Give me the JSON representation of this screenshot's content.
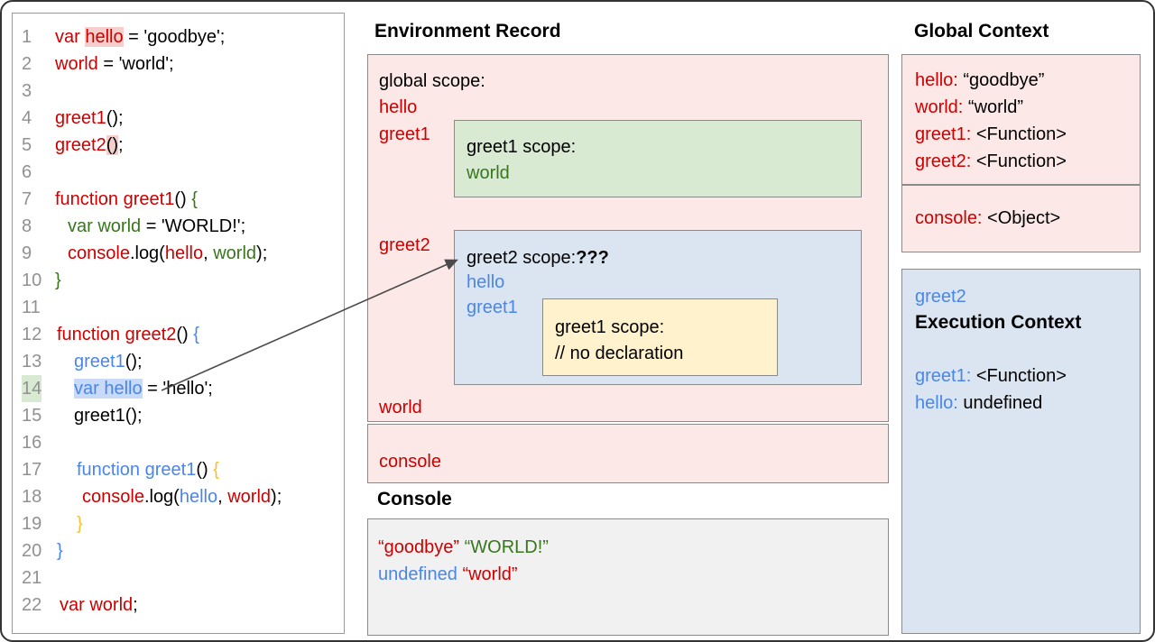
{
  "colors": {
    "red_text": "#cc0000",
    "blue_text": "#4a86e8",
    "green_text": "#38761d",
    "yellow_text": "#f1c232",
    "line_number_gray": "#919191",
    "pink_bg": "#fce8e6",
    "blue_bg": "#dbe5f1",
    "green_bg": "#d9ead3",
    "yellow_bg": "#fff2cc",
    "gray_bg": "#f1f1f1",
    "border_gray": "#8a8a8a",
    "highlight_pink": "#f5cfcb",
    "highlight_blue": "#c9daf8",
    "highlight_green": "#d9ead3"
  },
  "code_panel": {
    "lines": [
      {
        "n": "1",
        "indent": 47,
        "tokens": [
          {
            "t": "var ",
            "c": "red"
          },
          {
            "t": "hello",
            "c": "red",
            "h": "pink"
          },
          {
            "t": " = 'goodbye';",
            "c": "black"
          }
        ]
      },
      {
        "n": "2",
        "indent": 47,
        "tokens": [
          {
            "t": "world",
            "c": "red"
          },
          {
            "t": " = 'world';",
            "c": "black"
          }
        ]
      },
      {
        "n": "3",
        "indent": 47,
        "tokens": []
      },
      {
        "n": "4",
        "indent": 47,
        "tokens": [
          {
            "t": "greet1",
            "c": "red"
          },
          {
            "t": "();",
            "c": "black"
          }
        ]
      },
      {
        "n": "5",
        "indent": 47,
        "tokens": [
          {
            "t": "greet2",
            "c": "red"
          },
          {
            "t": "()",
            "c": "black",
            "h": "pink"
          },
          {
            "t": ";",
            "c": "black"
          }
        ]
      },
      {
        "n": "6",
        "indent": 47,
        "tokens": []
      },
      {
        "n": "7",
        "indent": 47,
        "tokens": [
          {
            "t": "function greet1",
            "c": "red"
          },
          {
            "t": "() ",
            "c": "black"
          },
          {
            "t": "{",
            "c": "green"
          }
        ]
      },
      {
        "n": "8",
        "indent": 61,
        "tokens": [
          {
            "t": "var world",
            "c": "green"
          },
          {
            "t": " = 'WORLD!';",
            "c": "black"
          }
        ]
      },
      {
        "n": "9",
        "indent": 61,
        "tokens": [
          {
            "t": "console",
            "c": "red"
          },
          {
            "t": ".log(",
            "c": "black"
          },
          {
            "t": "hello",
            "c": "red"
          },
          {
            "t": ", ",
            "c": "black"
          },
          {
            "t": "world",
            "c": "green"
          },
          {
            "t": ");",
            "c": "black"
          }
        ]
      },
      {
        "n": "10",
        "indent": 47,
        "tokens": [
          {
            "t": "}",
            "c": "green"
          }
        ]
      },
      {
        "n": "11",
        "indent": 47,
        "tokens": []
      },
      {
        "n": "12",
        "indent": 49,
        "tokens": [
          {
            "t": "function greet2",
            "c": "red"
          },
          {
            "t": "() ",
            "c": "black"
          },
          {
            "t": "{",
            "c": "blue"
          }
        ]
      },
      {
        "n": "13",
        "indent": 68,
        "tokens": [
          {
            "t": "greet1",
            "c": "blue"
          },
          {
            "t": "();",
            "c": "black"
          }
        ]
      },
      {
        "n": "14",
        "indent": 68,
        "num_h": "green",
        "tokens": [
          {
            "t": "var hello",
            "c": "blue",
            "h": "blue"
          },
          {
            "t": " = 'hello';",
            "c": "black"
          }
        ]
      },
      {
        "n": "15",
        "indent": 68,
        "tokens": [
          {
            "t": "greet1();",
            "c": "black"
          }
        ]
      },
      {
        "n": "16",
        "indent": 47,
        "tokens": []
      },
      {
        "n": "17",
        "indent": 71,
        "tokens": [
          {
            "t": "function greet1",
            "c": "blue"
          },
          {
            "t": "() ",
            "c": "black"
          },
          {
            "t": "{",
            "c": "yellow"
          }
        ]
      },
      {
        "n": "18",
        "indent": 77,
        "tokens": [
          {
            "t": "console",
            "c": "red"
          },
          {
            "t": ".log(",
            "c": "black"
          },
          {
            "t": "hello",
            "c": "blue"
          },
          {
            "t": ", ",
            "c": "black"
          },
          {
            "t": "world",
            "c": "red"
          },
          {
            "t": ");",
            "c": "black"
          }
        ]
      },
      {
        "n": "19",
        "indent": 71,
        "tokens": [
          {
            "t": "}",
            "c": "yellow"
          }
        ]
      },
      {
        "n": "20",
        "indent": 49,
        "tokens": [
          {
            "t": "}",
            "c": "blue"
          }
        ]
      },
      {
        "n": "21",
        "indent": 47,
        "tokens": []
      },
      {
        "n": "22",
        "indent": 52,
        "tokens": [
          {
            "t": "var world",
            "c": "red"
          },
          {
            "t": ";",
            "c": "black"
          }
        ]
      }
    ]
  },
  "env_record": {
    "title": "Environment Record",
    "global_scope_label": "global scope:",
    "label_hello": "hello",
    "label_greet1": "greet1",
    "label_greet2": "greet2",
    "label_world": "world",
    "label_console": "console",
    "greet1_box": {
      "title": "greet1 scope:",
      "var1": "world"
    },
    "greet2_box": {
      "title": "greet2 scope:",
      "unknown": "???",
      "var1": "hello",
      "var2": "greet1",
      "inner_box": {
        "title": "greet1 scope:",
        "comment": "// no declaration"
      }
    }
  },
  "console_panel": {
    "title": "Console",
    "lines": [
      [
        {
          "t": "“goodbye”",
          "c": "red"
        },
        {
          "t": " ",
          "c": "black"
        },
        {
          "t": "“WORLD!”",
          "c": "green"
        }
      ],
      [
        {
          "t": "undefined",
          "c": "blue"
        },
        {
          "t": " ",
          "c": "black"
        },
        {
          "t": "“world”",
          "c": "red"
        }
      ]
    ]
  },
  "global_context": {
    "title": "Global Context",
    "bindings": [
      {
        "k": "hello:",
        "kc": "red",
        "v": " “goodbye”"
      },
      {
        "k": "world:",
        "kc": "red",
        "v": " “world”"
      },
      {
        "k": "greet1:",
        "kc": "red",
        "v": " <Function>"
      },
      {
        "k": "greet2:",
        "kc": "red",
        "v": " <Function>"
      }
    ],
    "console_binding": [
      {
        "k": "console:",
        "kc": "red",
        "v": " <Object>"
      }
    ]
  },
  "execution_context": {
    "fn_name": "greet2",
    "heading": "Execution Context",
    "bindings": [
      {
        "k": "greet1:",
        "kc": "blue",
        "v": " <Function>"
      },
      {
        "k": "hello:",
        "kc": "blue",
        "v": " undefined"
      }
    ]
  }
}
